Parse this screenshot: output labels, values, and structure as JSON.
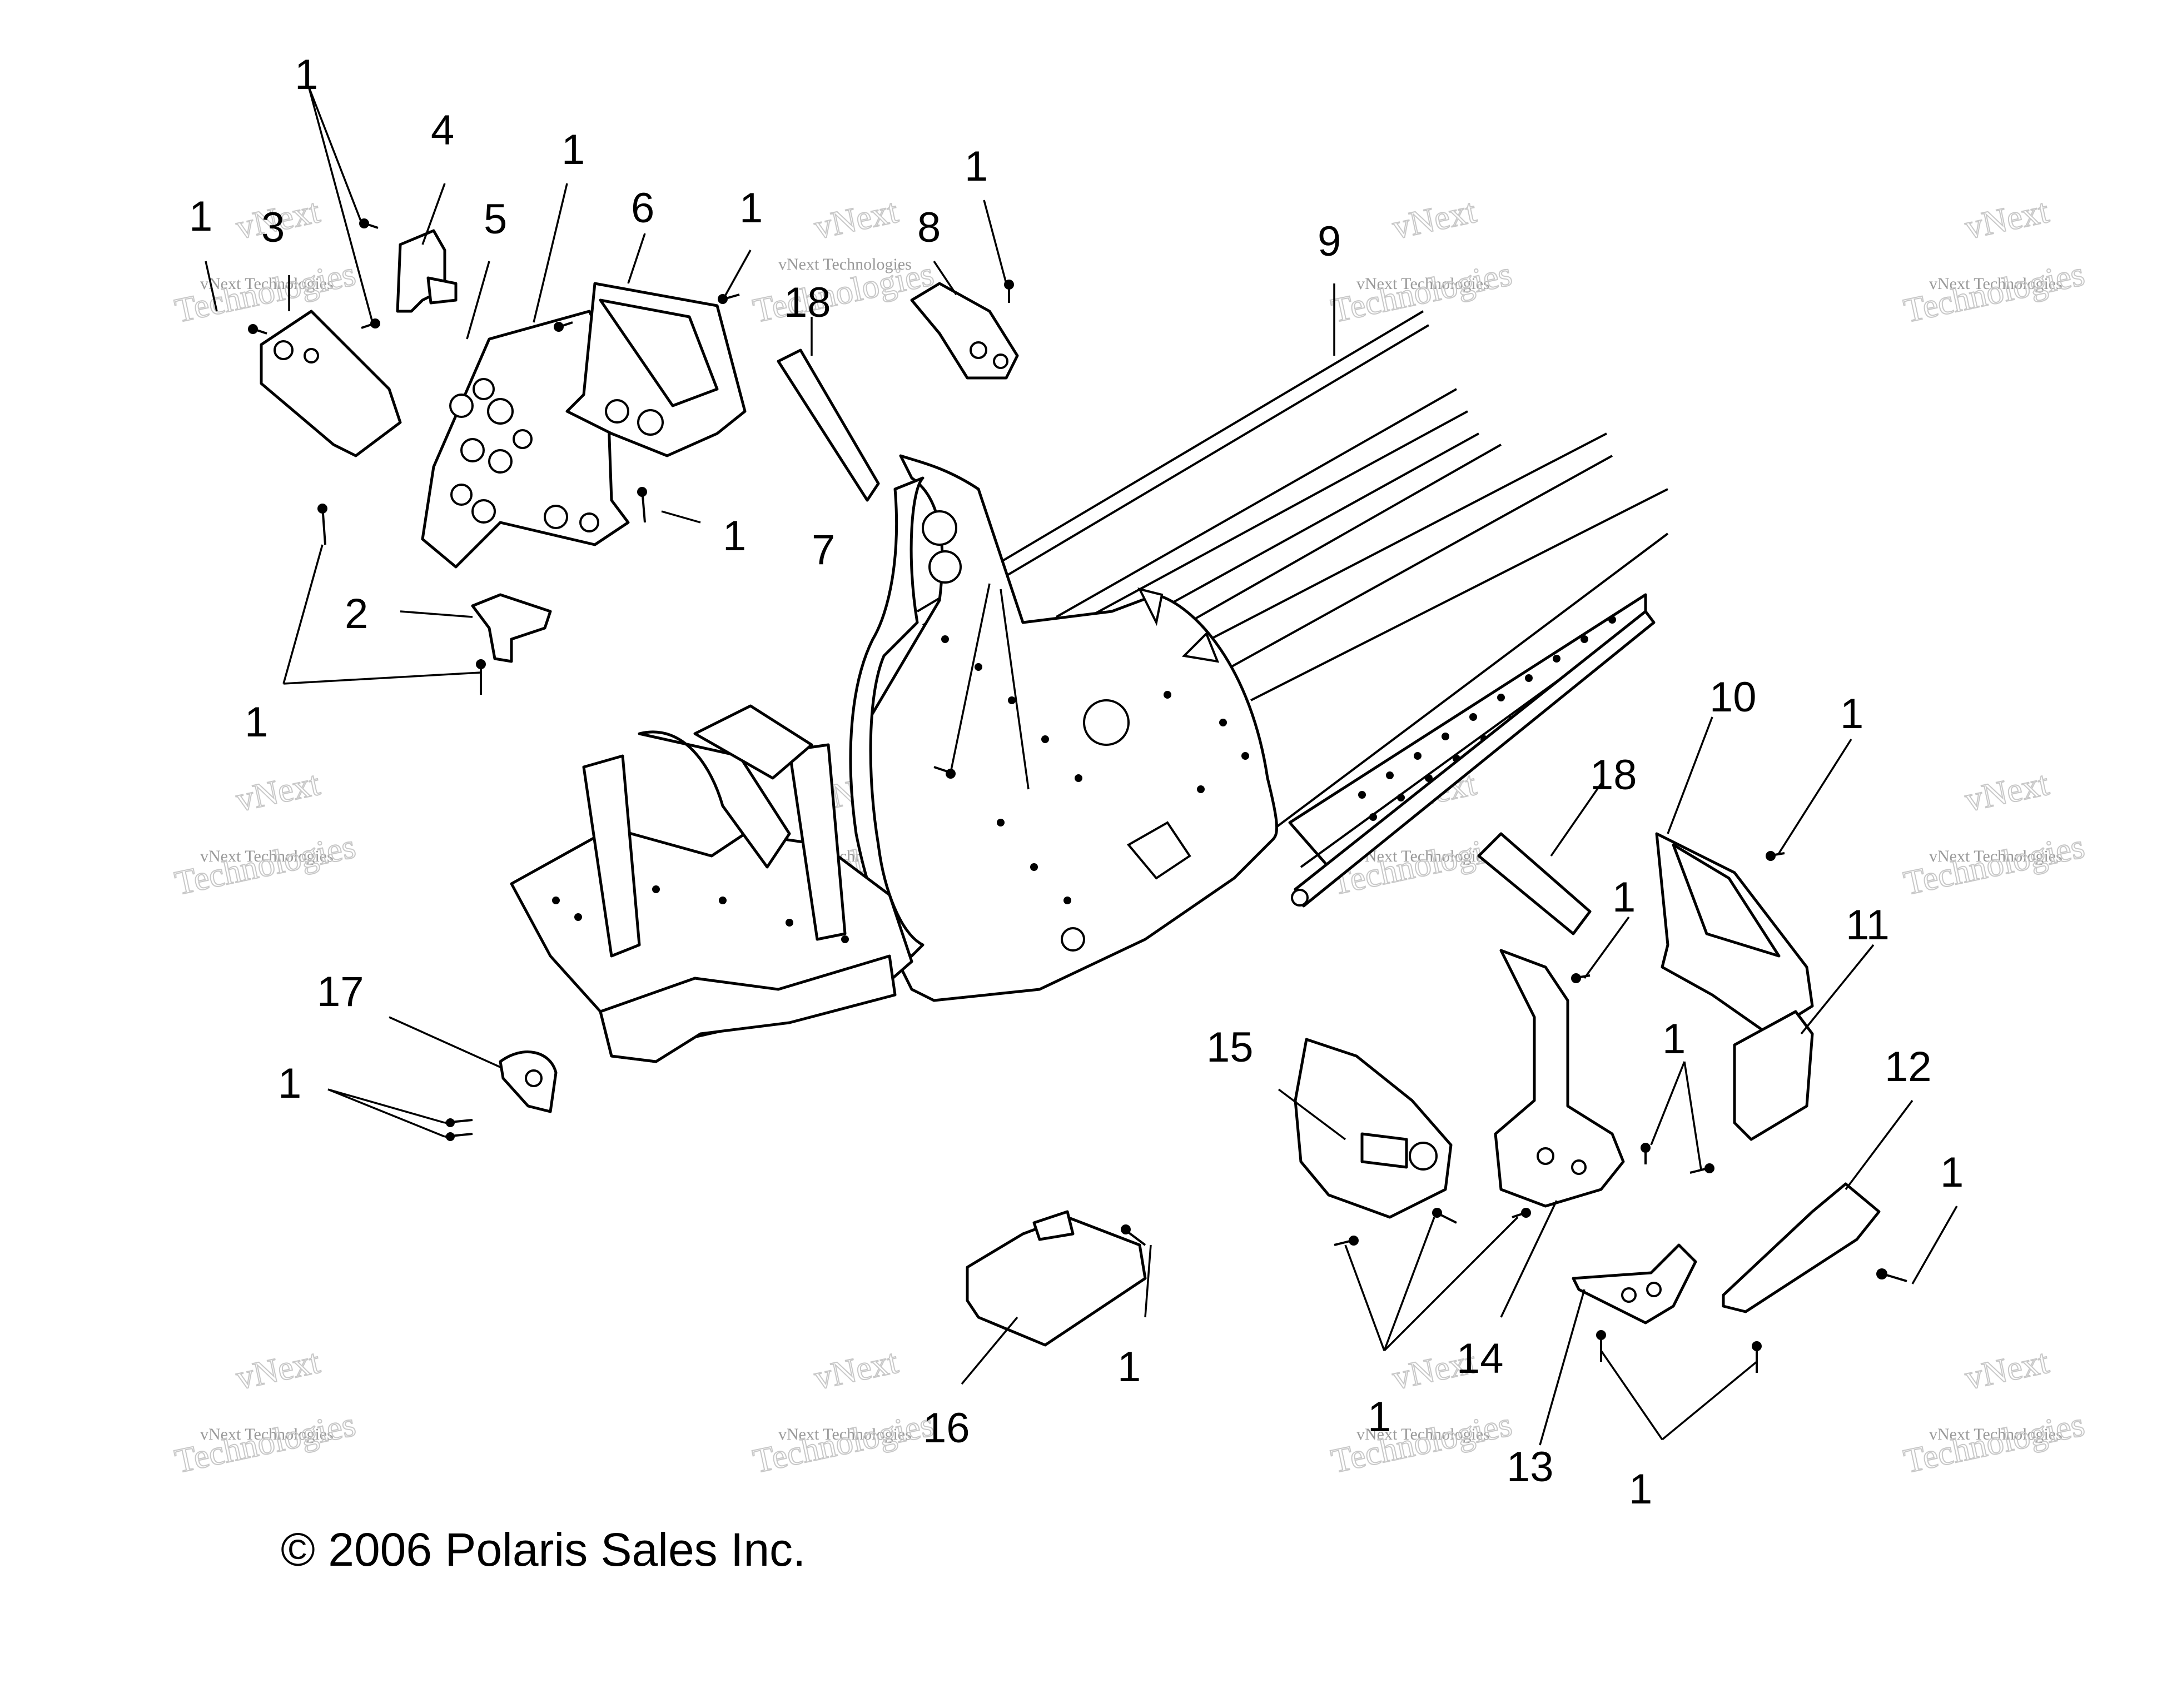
{
  "callouts": [
    {
      "id": "c1a",
      "text": "1"
    },
    {
      "id": "c1b",
      "text": "1"
    },
    {
      "id": "c3",
      "text": "3"
    },
    {
      "id": "c4",
      "text": "4"
    },
    {
      "id": "c5",
      "text": "5"
    },
    {
      "id": "c1c",
      "text": "1"
    },
    {
      "id": "c6",
      "text": "6"
    },
    {
      "id": "c1d",
      "text": "1"
    },
    {
      "id": "c18a",
      "text": "18"
    },
    {
      "id": "c8",
      "text": "8"
    },
    {
      "id": "c1e",
      "text": "1"
    },
    {
      "id": "c9",
      "text": "9"
    },
    {
      "id": "c1f",
      "text": "1"
    },
    {
      "id": "c7",
      "text": "7"
    },
    {
      "id": "c2",
      "text": "2"
    },
    {
      "id": "c1g",
      "text": "1"
    },
    {
      "id": "c10",
      "text": "10"
    },
    {
      "id": "c1h",
      "text": "1"
    },
    {
      "id": "c18b",
      "text": "18"
    },
    {
      "id": "c1i",
      "text": "1"
    },
    {
      "id": "c11",
      "text": "11"
    },
    {
      "id": "c17",
      "text": "17"
    },
    {
      "id": "c1j",
      "text": "1"
    },
    {
      "id": "c15",
      "text": "15"
    },
    {
      "id": "c1k",
      "text": "1"
    },
    {
      "id": "c12",
      "text": "12"
    },
    {
      "id": "c1l",
      "text": "1"
    },
    {
      "id": "c1m",
      "text": "1"
    },
    {
      "id": "c14",
      "text": "14"
    },
    {
      "id": "c16",
      "text": "16"
    },
    {
      "id": "c1n",
      "text": "1"
    },
    {
      "id": "c13",
      "text": "13"
    },
    {
      "id": "c1o",
      "text": "1"
    }
  ],
  "watermark": {
    "line1": "vNext",
    "line2": "vNext Technologies",
    "line3": "Technologies"
  },
  "copyright": "© 2006 Polaris Sales Inc."
}
